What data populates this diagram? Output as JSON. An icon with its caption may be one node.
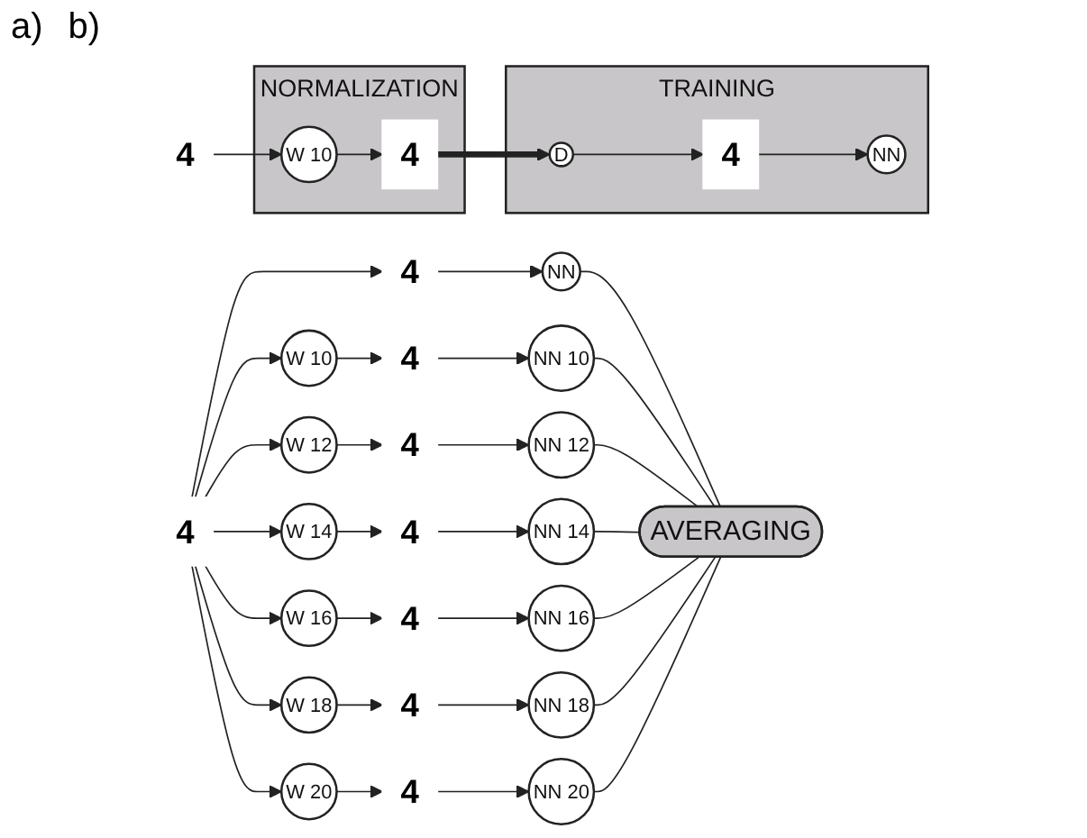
{
  "diagram": {
    "nodes": [
      {
        "text": [
          "NORMALIZATION"
        ]
      },
      {
        "text": [
          "TRAINING"
        ]
      },
      {
        "text": [
          "4"
        ]
      },
      {
        "text": [
          "W 10"
        ],
        "in": 0
      },
      {
        "text": [
          "4"
        ],
        "in": 0
      },
      {
        "text": [
          "D"
        ],
        "in": 1
      },
      {
        "text": [
          "4"
        ],
        "in": 1
      },
      {
        "text": [
          "NN"
        ],
        "in": 1
      },
      {
        "text": [
          "4"
        ]
      },
      {
        "text": [
          "4"
        ]
      },
      {
        "text": [
          "NN"
        ]
      },
      {
        "text": [
          "W 10"
        ]
      },
      {
        "text": [
          "4"
        ]
      },
      {
        "text": [
          "NN 10"
        ]
      },
      {
        "text": [
          "W 12"
        ]
      },
      {
        "text": [
          "4"
        ]
      },
      {
        "text": [
          "NN 12"
        ]
      },
      {
        "text": [
          "W 14"
        ]
      },
      {
        "text": [
          "4"
        ]
      },
      {
        "text": [
          "NN 14"
        ]
      },
      {
        "text": [
          "W 16"
        ]
      },
      {
        "text": [
          "4"
        ]
      },
      {
        "text": [
          "NN 16"
        ]
      },
      {
        "text": [
          "W 18"
        ]
      },
      {
        "text": [
          "4"
        ]
      },
      {
        "text": [
          "NN 18"
        ]
      },
      {
        "text": [
          "W 20"
        ]
      },
      {
        "text": [
          "4"
        ]
      },
      {
        "text": [
          "NN 20"
        ]
      },
      {
        "text": [
          "AVERAGING"
        ]
      }
    ],
    "edges": [
      {
        "from": 2,
        "to": 3,
        "arrow": "to"
      },
      {
        "from": 3,
        "to": 4,
        "arrow": "to"
      },
      {
        "from": 4,
        "to": 5,
        "arrow": "to",
        "style": "thick"
      },
      {
        "from": 5,
        "to": 6,
        "arrow": "to"
      },
      {
        "from": 6,
        "to": 7,
        "arrow": "to"
      },
      {
        "from": 8,
        "to": 9,
        "arrow": "to"
      },
      {
        "from": 8,
        "to": 11,
        "arrow": "to"
      },
      {
        "from": 8,
        "to": 14,
        "arrow": "to"
      },
      {
        "from": 8,
        "to": 17,
        "arrow": "to"
      },
      {
        "from": 8,
        "to": 20,
        "arrow": "to"
      },
      {
        "from": 8,
        "to": 23,
        "arrow": "to"
      },
      {
        "from": 8,
        "to": 26,
        "arrow": "to"
      },
      {
        "from": 9,
        "to": 10,
        "arrow": "to"
      },
      {
        "from": 11,
        "to": 12,
        "arrow": "to"
      },
      {
        "from": 12,
        "to": 13,
        "arrow": "to"
      },
      {
        "from": 14,
        "to": 15,
        "arrow": "to"
      },
      {
        "from": 15,
        "to": 16,
        "arrow": "to"
      },
      {
        "from": 17,
        "to": 18,
        "arrow": "to"
      },
      {
        "from": 18,
        "to": 19,
        "arrow": "to"
      },
      {
        "from": 20,
        "to": 21,
        "arrow": "to"
      },
      {
        "from": 21,
        "to": 22,
        "arrow": "to"
      },
      {
        "from": 23,
        "to": 24,
        "arrow": "to"
      },
      {
        "from": 24,
        "to": 25,
        "arrow": "to"
      },
      {
        "from": 26,
        "to": 27,
        "arrow": "to"
      },
      {
        "from": 27,
        "to": 28,
        "arrow": "to"
      },
      {
        "from": 10,
        "to": 29,
        "arrow": "none"
      },
      {
        "from": 13,
        "to": 29,
        "arrow": "none"
      },
      {
        "from": 16,
        "to": 29,
        "arrow": "none"
      },
      {
        "from": 19,
        "to": 29,
        "arrow": "none"
      },
      {
        "from": 22,
        "to": 29,
        "arrow": "none"
      },
      {
        "from": 25,
        "to": 29,
        "arrow": "none"
      },
      {
        "from": 28,
        "to": 29,
        "arrow": "none"
      }
    ],
    "labels": [
      "a)",
      "b)"
    ]
  }
}
